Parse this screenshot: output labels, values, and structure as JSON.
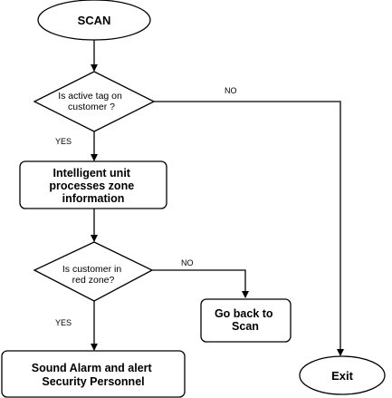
{
  "nodes": {
    "start": "SCAN",
    "decision1": [
      "Is active tag on",
      "customer ?"
    ],
    "process1": [
      "Intelligent unit",
      "processes zone",
      "information"
    ],
    "decision2": [
      "Is customer in",
      "red zone?"
    ],
    "goback": [
      "Go back to",
      "Scan"
    ],
    "alarm": [
      "Sound Alarm and alert",
      "Security Personnel"
    ],
    "exit": "Exit"
  },
  "edges": {
    "d1_no": "NO",
    "d1_yes": "YES",
    "d2_no": "NO",
    "d2_yes": "YES"
  }
}
